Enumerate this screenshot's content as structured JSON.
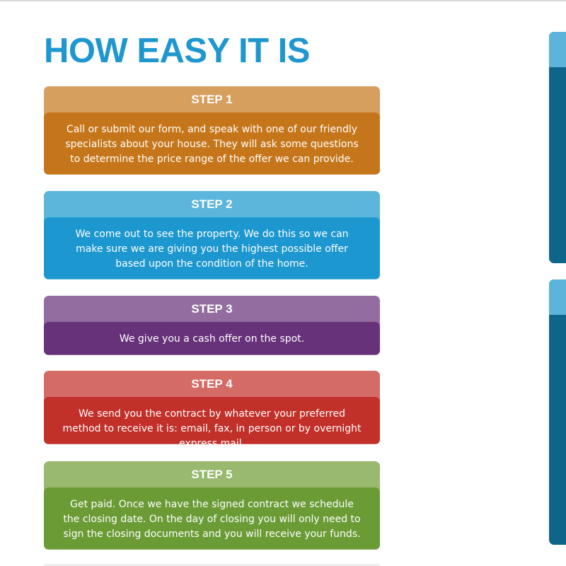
{
  "title": "HOW EASY IT IS",
  "steps": [
    {
      "label": "STEP 1",
      "text": "Call or submit our form, and speak with one of our friendly specialists about your house. They will ask some questions to determine the price range of the offer we can provide.",
      "header_color": "#d69f5e",
      "body_color": "#c6761a"
    },
    {
      "label": "STEP 2",
      "text": "We come out to see the property. We do this so we can make sure we are giving you the highest possible offer based upon the condition of the home.",
      "header_color": "#5cb5db",
      "body_color": "#1d97cf"
    },
    {
      "label": "STEP 3",
      "text": "We give you a cash offer on the spot.",
      "header_color": "#936da0",
      "body_color": "#67327a"
    },
    {
      "label": "STEP 4",
      "text": "We send you the contract by whatever your preferred method to receive it is: email, fax, in person or by overnight express mail.",
      "header_color": "#d46b67",
      "body_color": "#c2302a"
    },
    {
      "label": "STEP 5",
      "text": "Get paid. Once we have the signed contract we schedule the closing date. On the day of closing you will only need to sign the closing documents and you will receive your funds.",
      "header_color": "#98b96e",
      "body_color": "#6b9b35"
    }
  ],
  "colors": {
    "title": "#1e97cf",
    "side_panel_header": "#5db4da",
    "side_panel_body": "#0f6589"
  }
}
